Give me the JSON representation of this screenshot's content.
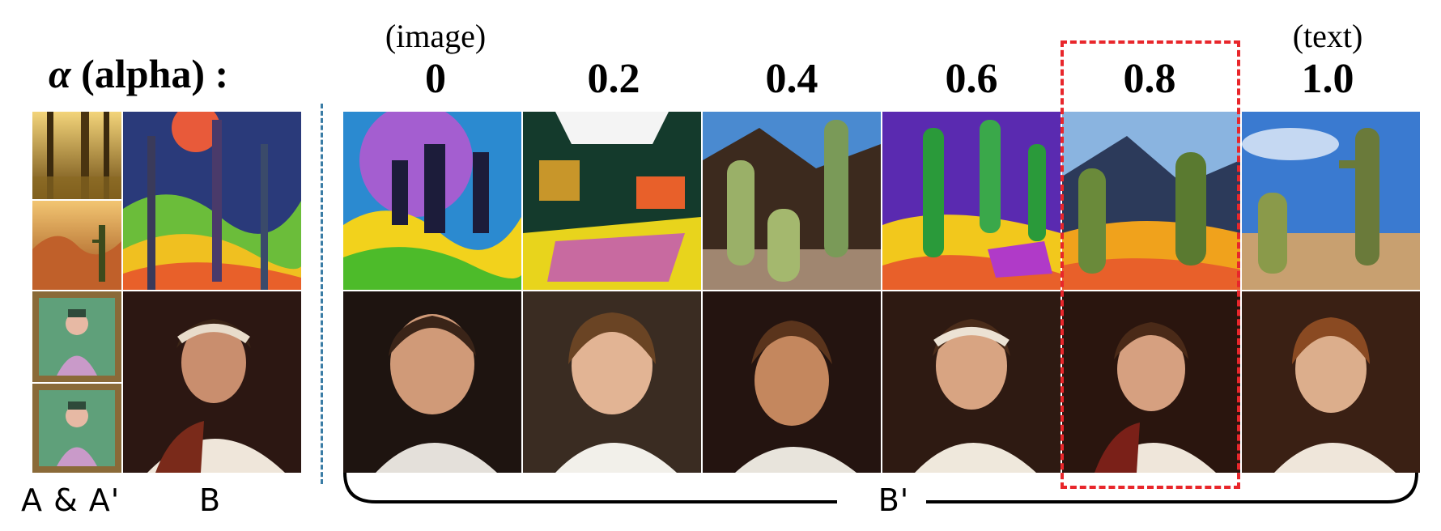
{
  "header": {
    "alpha_symbol": "α",
    "alpha_text": "(alpha) :",
    "columns": [
      {
        "sub": "(image)",
        "value": "0"
      },
      {
        "sub": "",
        "value": "0.2"
      },
      {
        "sub": "",
        "value": "0.4"
      },
      {
        "sub": "",
        "value": "0.6"
      },
      {
        "sub": "",
        "value": "0.8"
      },
      {
        "sub": "(text)",
        "value": "1.0"
      }
    ]
  },
  "labels": {
    "a_pair": "A & A'",
    "b": "B",
    "b_prime": "B'"
  },
  "colors": {
    "highlight": "#e8262b",
    "divider": "#3a7ca5"
  },
  "highlighted_column": "0.8"
}
